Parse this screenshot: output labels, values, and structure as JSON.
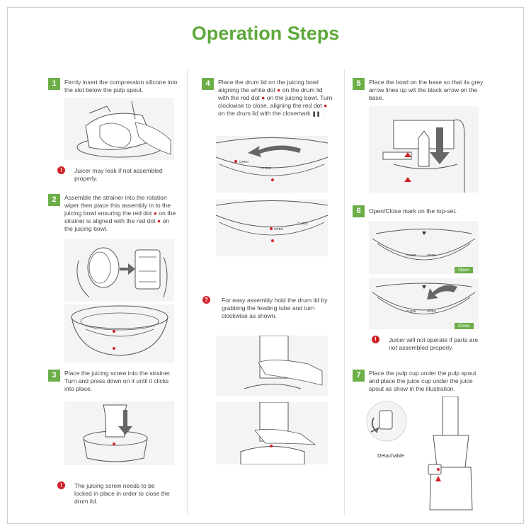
{
  "title": "Operation Steps",
  "steps": [
    {
      "num": "1",
      "text": "Firmly insert the compression silicone into the slot below the pulp spout.",
      "warning": "Juicer may leak if not assembled properly."
    },
    {
      "num": "2",
      "text_a": "Assemble the strainer into the rotation wiper then place this assembly in to the juicing bowl ensuring the red dot ",
      "text_b": " on the strainer is aligned with the red dot ",
      "text_c": " on the juicing bowl."
    },
    {
      "num": "3",
      "text": "Place the juicing screw into the strainer. Turn and press down on it until it clicks into place.",
      "warning": "The juicing screw needs to be locked in place in order to close the drum lid."
    },
    {
      "num": "4",
      "text_a": "Place the drum lid on the juicing bowl aligning the white dot ",
      "text_b": " on the drum lid with the red dot ",
      "text_c": " on the juicing bowl. Turn clockwise to close, aligning the red dot ",
      "text_d": " on the drum lid with the closemark ",
      "text_e": " .",
      "tip": "For easy assembly hold the drum lid by grabbing the feeding tube and turn clockwise as shown."
    },
    {
      "num": "5",
      "text": "Place the bowl on the base so that its grey arrow lines up wit the black arrow on the base."
    },
    {
      "num": "6",
      "text": "Open/Close mark on the top-set.",
      "tag_open": "Open",
      "tag_close": "Close",
      "warning": "Juicer will not operate if parts are not assembled properly."
    },
    {
      "num": "7",
      "text": "Place the pulp cup under the pulp spout and place the juice cup under the juice spout as show in the illustration.",
      "caption": "Detachable"
    }
  ],
  "marks": {
    "dot": "●",
    "closemark": "❚❚",
    "warn_icon": "!",
    "tip_icon": "?",
    "open_label": "OPEN",
    "close_label": "CLOSE"
  },
  "colors": {
    "accent": "#6cae48",
    "title": "#5da83a",
    "warning": "#d2232a"
  }
}
